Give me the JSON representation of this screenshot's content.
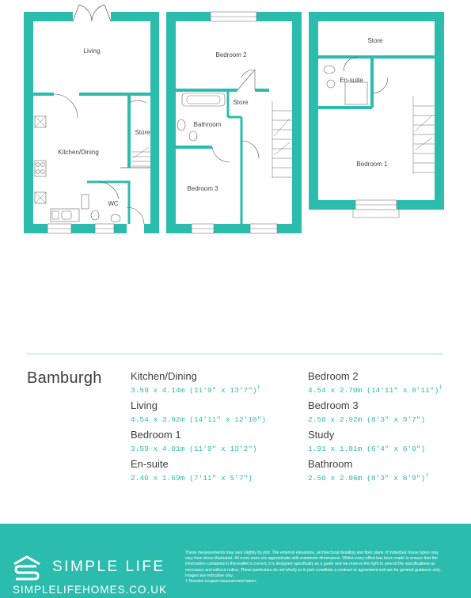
{
  "plans": {
    "ground": {
      "living": "Living",
      "kitchen": "Kitchen/Dining",
      "store": "Store",
      "wc": "WC"
    },
    "first": {
      "bedroom2": "Bedroom 2",
      "bathroom": "Bathroom",
      "store": "Store",
      "bedroom3": "Bedroom 3"
    },
    "second": {
      "store": "Store",
      "ensuite": "En-suite",
      "bedroom1": "Bedroom 1"
    }
  },
  "house": {
    "name": "Bamburgh"
  },
  "rooms_left": [
    {
      "name": "Kitchen/Dining",
      "dims": "3.59 x 4.14m (11'9\" x 13'7\")",
      "mark": "†"
    },
    {
      "name": "Living",
      "dims": "4.54 x 3.92m (14'11\" x 12'10\")",
      "mark": ""
    },
    {
      "name": "Bedroom 1",
      "dims": "3.59 x 4.01m (11'9\" x 13'2\")",
      "mark": ""
    },
    {
      "name": "En-suite",
      "dims": "2.40 x 1.69m (7'11\" x 5'7\")",
      "mark": ""
    }
  ],
  "rooms_right": [
    {
      "name": "Bedroom 2",
      "dims": "4.54 x 2.70m (14'11\" x 8'11\")",
      "mark": "†"
    },
    {
      "name": "Bedroom 3",
      "dims": "2.50 x 2.92m (8'3\" x 9'7\")",
      "mark": ""
    },
    {
      "name": "Study",
      "dims": "1.91 x 1.81m (6'4\" x 6'0\")",
      "mark": ""
    },
    {
      "name": "Bathroom",
      "dims": "2.50 x 2.06m (8'3\" x 6'9\")",
      "mark": "†"
    }
  ],
  "footer": {
    "brand": "SIMPLE LIFE",
    "url": "SIMPLELIFEHOMES.CO.UK",
    "disclaimer_1": "These measurements may vary slightly by plot. The external elevations, architectural detailing and floor plans of individual house types may vary from those illustrated. All room sizes are approximate with maximum dimensions. Whilst every effort has been made to ensure that the information contained in this leaflet is correct, it is designed specifically as a guide and we reserve the right to amend the specifications as necessary and without notice. These particulars do not wholly or in part constitute a contract or agreement and are for general guidance only. Images are indicative only.",
    "disclaimer_2": "† Denotes longest measurement taken.",
    "brand_color": "#2cbcad"
  }
}
